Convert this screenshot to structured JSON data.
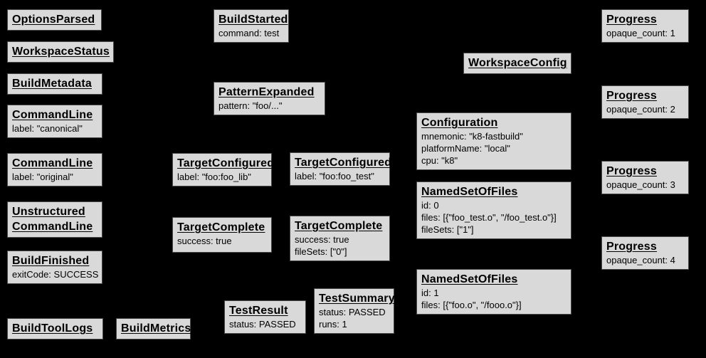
{
  "colors": {
    "background": "#000000",
    "box_fill": "#d9d9d9",
    "box_border": "#4a4a4a",
    "text": "#000000"
  },
  "diagram": "Bazel build event protocol graph",
  "boxes": [
    {
      "title_lines": [
        "OptionsParsed"
      ],
      "lines": []
    },
    {
      "title_lines": [
        "WorkspaceStatus"
      ],
      "lines": []
    },
    {
      "title_lines": [
        "BuildMetadata"
      ],
      "lines": []
    },
    {
      "title_lines": [
        "CommandLine"
      ],
      "lines": [
        "label: \"canonical\""
      ]
    },
    {
      "title_lines": [
        "CommandLine"
      ],
      "lines": [
        "label: \"original\""
      ]
    },
    {
      "title_lines": [
        "Unstructured",
        "CommandLine"
      ],
      "lines": []
    },
    {
      "title_lines": [
        "BuildFinished"
      ],
      "lines": [
        "exitCode: SUCCESS"
      ]
    },
    {
      "title_lines": [
        "BuildToolLogs"
      ],
      "lines": []
    },
    {
      "title_lines": [
        "BuildMetrics"
      ],
      "lines": []
    },
    {
      "title_lines": [
        "BuildStarted"
      ],
      "lines": [
        "command: test"
      ]
    },
    {
      "title_lines": [
        "PatternExpanded"
      ],
      "lines": [
        "pattern: \"foo/...\""
      ]
    },
    {
      "title_lines": [
        "TargetConfigured"
      ],
      "lines": [
        "label: \"foo:foo_lib\""
      ]
    },
    {
      "title_lines": [
        "TargetConfigured"
      ],
      "lines": [
        "label: \"foo:foo_test\""
      ]
    },
    {
      "title_lines": [
        "TargetComplete"
      ],
      "lines": [
        "success: true"
      ]
    },
    {
      "title_lines": [
        "TargetComplete"
      ],
      "lines": [
        "success: true",
        "fileSets: [\"0\"]"
      ]
    },
    {
      "title_lines": [
        "TestResult"
      ],
      "lines": [
        "status: PASSED"
      ]
    },
    {
      "title_lines": [
        "TestSummary"
      ],
      "lines": [
        "status: PASSED",
        "runs: 1"
      ]
    },
    {
      "title_lines": [
        "WorkspaceConfig"
      ],
      "lines": []
    },
    {
      "title_lines": [
        "Configuration"
      ],
      "lines": [
        "mnemonic: \"k8-fastbuild\"",
        "platformName: \"local\"",
        "cpu: \"k8\""
      ]
    },
    {
      "title_lines": [
        "NamedSetOfFiles"
      ],
      "lines": [
        "id: 0",
        "files: [{\"foo_test.o\", \"/foo_test.o\"}]",
        "fileSets: [\"1\"]"
      ]
    },
    {
      "title_lines": [
        "NamedSetOfFiles"
      ],
      "lines": [
        "id: 1",
        "files: [{\"foo.o\", \"/fooo.o\"}]"
      ]
    },
    {
      "title_lines": [
        "Progress"
      ],
      "lines": [
        "opaque_count: 1"
      ]
    },
    {
      "title_lines": [
        "Progress"
      ],
      "lines": [
        "opaque_count: 2"
      ]
    },
    {
      "title_lines": [
        "Progress"
      ],
      "lines": [
        "opaque_count: 3"
      ]
    },
    {
      "title_lines": [
        "Progress"
      ],
      "lines": [
        "opaque_count: 4"
      ]
    }
  ]
}
